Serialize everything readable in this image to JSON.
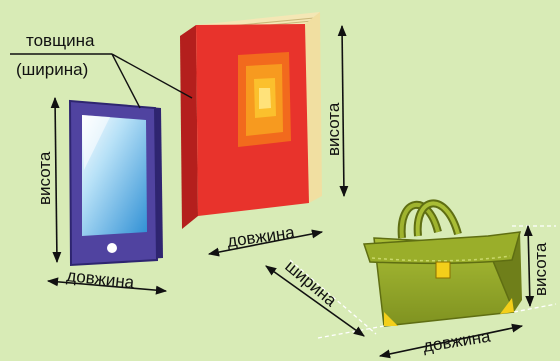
{
  "labels": {
    "thickness_line1": "товщина",
    "thickness_line2": "(ширина)",
    "book_height": "висота",
    "book_length": "довжина",
    "tablet_height": "висота",
    "tablet_length": "довжина",
    "bag_width": "ширина",
    "bag_length": "довжина",
    "bag_height": "висота"
  },
  "objects": [
    "tablet",
    "book",
    "handbag"
  ],
  "colors": {
    "background": "#d8ebb6",
    "book_cover": "#e8332c",
    "book_spine": "#b31f1d",
    "book_pages": "#f4e7b5",
    "tablet_frame": "#4d3f98",
    "tablet_screen": "#7fc4ef",
    "bag_body": "#9aae2a",
    "bag_dark": "#6f7f1a",
    "bag_corner": "#f3cf1a"
  }
}
